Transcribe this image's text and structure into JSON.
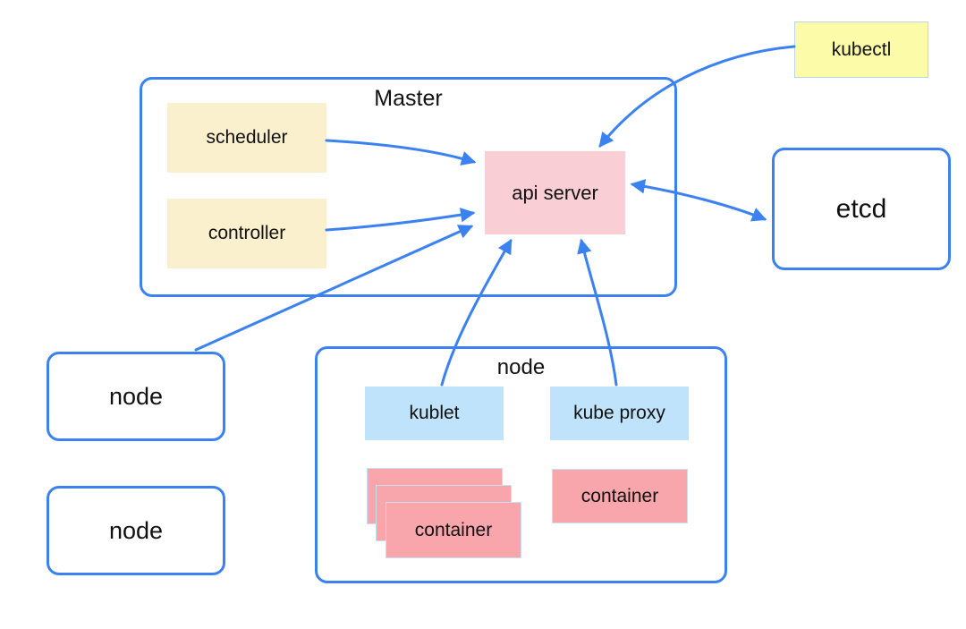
{
  "diagram": {
    "master": {
      "title": "Master",
      "scheduler": "scheduler",
      "controller": "controller",
      "api_server": "api server"
    },
    "kubectl_label": "kubectl",
    "etcd_label": "etcd",
    "left_nodes": [
      {
        "label": "node"
      },
      {
        "label": "node"
      }
    ],
    "worker_node": {
      "title": "node",
      "kublet": "kublet",
      "kube_proxy": "kube proxy",
      "container_stack_label": "container",
      "container_single_label": "container"
    },
    "arrows": [
      "scheduler to api server",
      "controller to api server",
      "node to api server",
      "kubectl to api server",
      "api server to etcd (bidirectional)",
      "kublet to api server",
      "kube proxy to api server"
    ]
  },
  "colors": {
    "arrow_blue": "#3b82f0",
    "outline_blue": "#3b82f0",
    "cream": "#faf0cd",
    "yellow": "#fbfba8",
    "pink": "#f9cfd5",
    "light_blue": "#bee3fb",
    "salmon": "#f8a6ab",
    "background": "#ffffff",
    "text": "#111111"
  }
}
